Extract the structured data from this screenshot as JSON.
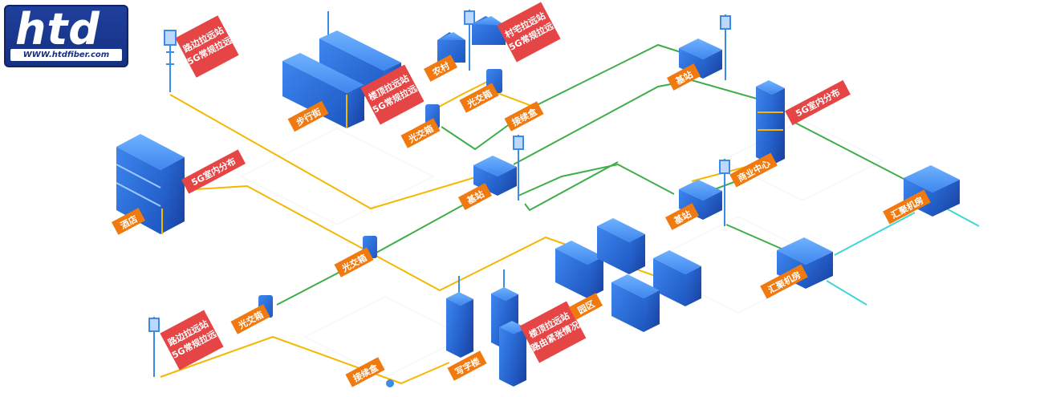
{
  "logo": {
    "brand": "htd",
    "url": "WWW.htdfiber.com"
  },
  "callouts": {
    "roadside_pole_top": [
      "路边拉远站",
      "5G常规拉远"
    ],
    "rooftop_pedestrian": [
      "楼顶拉远站",
      "5G常规拉远"
    ],
    "village_pole": [
      "村宅拉远站",
      "5G常规拉远"
    ],
    "indoor_hotel": "5G室内分布",
    "indoor_business": "5G室内分布",
    "roadside_pole_bottom": [
      "路边拉远站",
      "5G常规拉远"
    ],
    "rooftop_office": [
      "楼顶拉远站",
      "路由紧张情况"
    ]
  },
  "labels": {
    "rural": "农村",
    "pedestrian_street": "步行街",
    "optical_box_a": "光交箱",
    "optical_box_b": "光交箱",
    "optical_box_c": "光交箱",
    "optical_box_d": "光交箱",
    "splice_box_top": "接续盒",
    "splice_box_bottom": "接续盒",
    "base_station_top": "基站",
    "base_station_center": "基站",
    "base_station_right": "基站",
    "business_center": "商业中心",
    "hotel": "酒店",
    "park": "园区",
    "office_building": "写字楼",
    "aggregation_room_a": "汇聚机房",
    "aggregation_room_b": "汇聚机房"
  },
  "colors": {
    "yellow_line": "#f5b800",
    "green_line": "#3fae49",
    "cyan_line": "#3fd6d6",
    "tag_orange": "#f07a10",
    "callout_red": "#e64545",
    "building_blue": "#2a6bd6"
  }
}
